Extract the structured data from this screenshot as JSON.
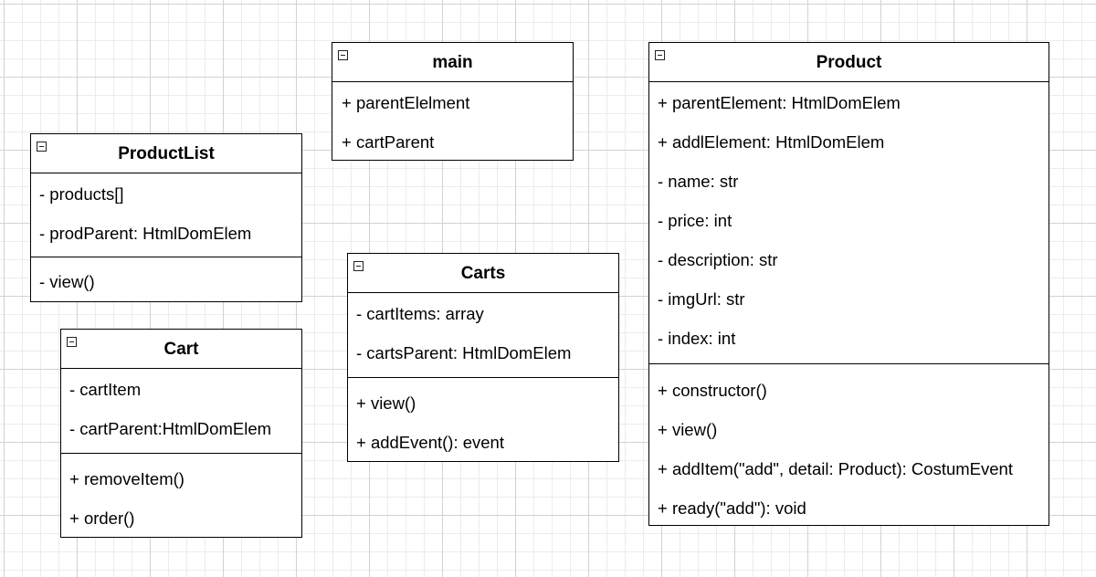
{
  "classes": {
    "productlist": {
      "name": "ProductList",
      "attributes": [
        "- products[]",
        "- prodParent: HtmlDomElem"
      ],
      "methods": [
        "- view()"
      ]
    },
    "main": {
      "name": "main",
      "attributes": [
        "+ parentElelment",
        "+ cartParent"
      ]
    },
    "carts": {
      "name": "Carts",
      "attributes": [
        "- cartItems: array",
        "- cartsParent: HtmlDomElem"
      ],
      "methods": [
        "+ view()",
        "+ addEvent(): event"
      ]
    },
    "cart": {
      "name": "Cart",
      "attributes": [
        "- cartItem",
        "- cartParent:HtmlDomElem"
      ],
      "methods": [
        "+ removeItem()",
        "+ order()"
      ]
    },
    "product": {
      "name": "Product",
      "attributes": [
        "+ parentElement: HtmlDomElem",
        "+ addlElement: HtmlDomElem",
        "- name: str",
        "- price: int",
        "- description: str",
        "- imgUrl: str",
        "- index: int"
      ],
      "methods": [
        "+ constructor()",
        "+ view()",
        "+ addItem(\"add\", detail: Product): CostumEvent",
        "+ ready(\"add\"): void"
      ]
    }
  }
}
